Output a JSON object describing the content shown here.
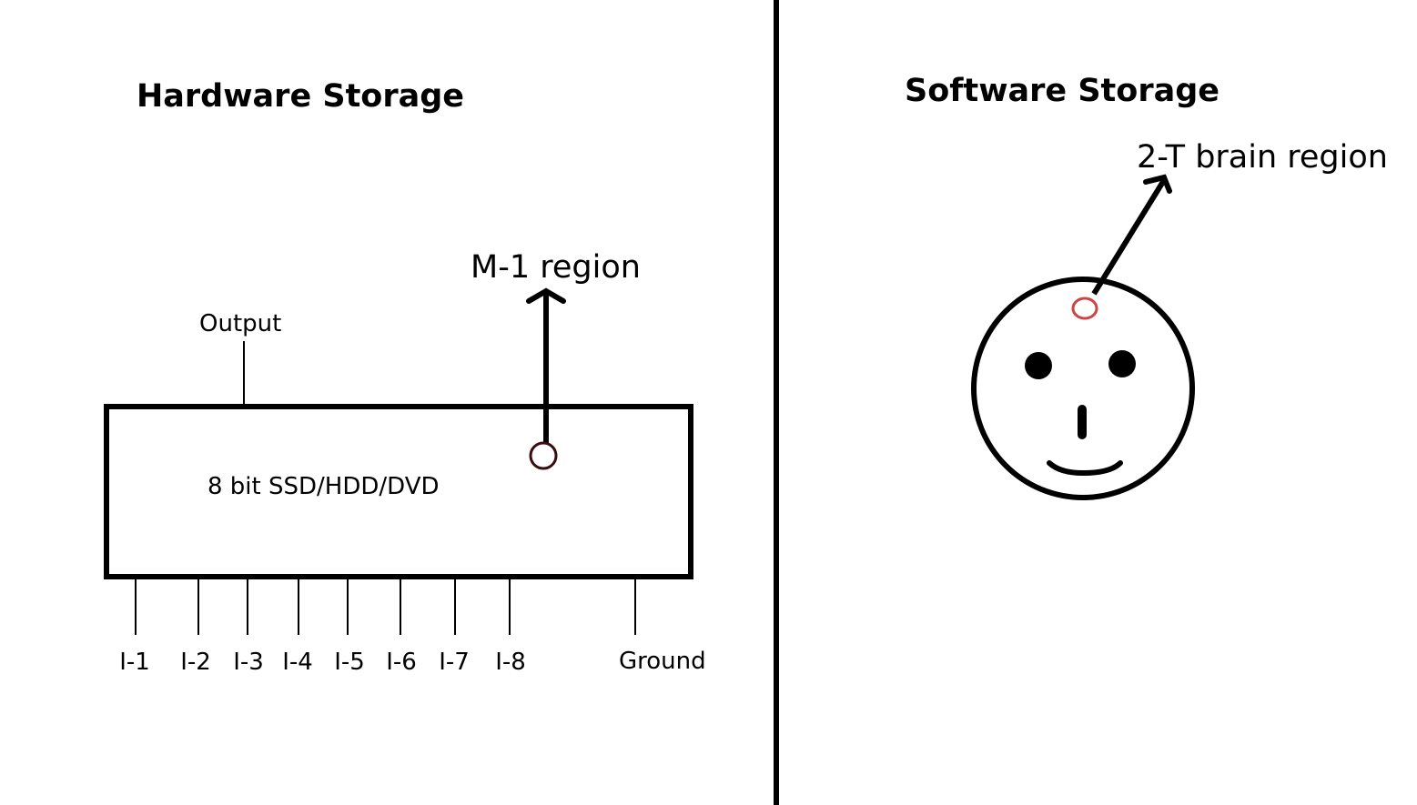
{
  "hardware": {
    "title": "Hardware Storage",
    "region_label": "M-1 region",
    "output_label": "Output",
    "chip_label": "8 bit SSD/HDD/DVD",
    "pins": [
      "I-1",
      "I-2",
      "I-3",
      "I-4",
      "I-5",
      "I-6",
      "I-7",
      "I-8"
    ],
    "ground_label": "Ground",
    "marker_color": "#3a0d0d"
  },
  "software": {
    "title": "Software Storage",
    "region_label": "2-T brain region",
    "marker_color": "#cc4444"
  }
}
